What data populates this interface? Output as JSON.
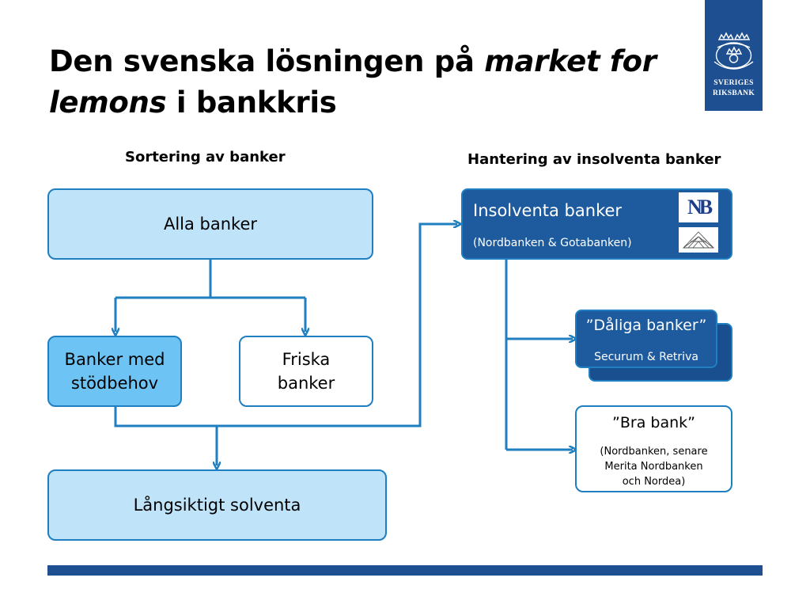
{
  "title": {
    "part1": "Den svenska lösningen på ",
    "italic1": "market for",
    "italic2": "lemons",
    "part2": " i bankkris"
  },
  "logo": {
    "line1": "SVERIGES",
    "line2": "RIKSBANK"
  },
  "headings": {
    "left": "Sortering av banker",
    "right": "Hantering av insolventa banker"
  },
  "boxes": {
    "alla_banker": "Alla banker",
    "banker_med_stodbehov": [
      "Banker med",
      "stödbehov"
    ],
    "friska_banker": [
      "Friska",
      "banker"
    ],
    "langsiktigt_solventa": "Långsiktigt solventa"
  },
  "insolventa": {
    "title": "Insolventa banker",
    "subtitle": "(Nordbanken & Gotabanken)",
    "nb_logo": "NB"
  },
  "daliga": {
    "title": "”Dåliga banker”",
    "subtitle": "Securum & Retriva"
  },
  "bra": {
    "title": "”Bra bank”",
    "subtitle": [
      "(Nordbanken, senare",
      "Merita Nordbanken",
      "och Nordea)"
    ]
  },
  "colors": {
    "navy": "#1d4f91",
    "connector": "#1f7fc0",
    "light_fill": "#bfe4fa",
    "mid_fill": "#6cc3f4",
    "dark_fill": "#1d5a9e"
  }
}
